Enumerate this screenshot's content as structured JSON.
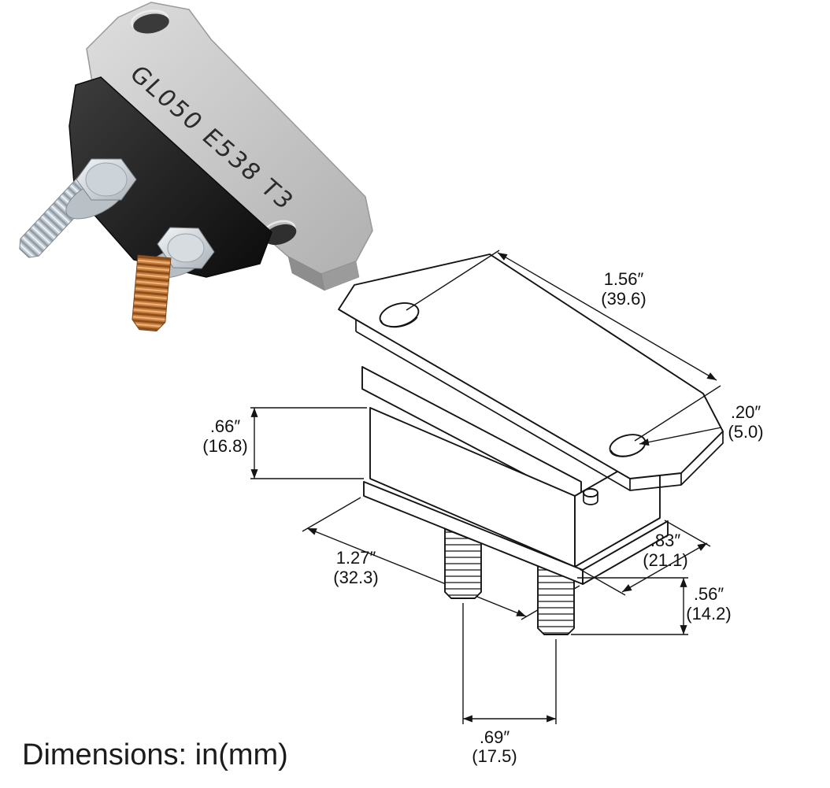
{
  "photo": {
    "marking": "GL050 E538 T3"
  },
  "drawing": {
    "dimensions": {
      "mount_hole_spacing": {
        "inches": "1.56″",
        "mm": "(39.6)"
      },
      "mount_hole_diameter": {
        "inches": ".20″",
        "mm": "(5.0)"
      },
      "body_height": {
        "inches": ".66″",
        "mm": "(16.8)"
      },
      "body_length": {
        "inches": "1.27″",
        "mm": "(32.3)"
      },
      "body_depth": {
        "inches": ".83″",
        "mm": "(21.1)"
      },
      "stud_length": {
        "inches": ".56″",
        "mm": "(14.2)"
      },
      "stud_spacing": {
        "inches": ".69″",
        "mm": "(17.5)"
      }
    }
  },
  "footer": {
    "units_note": "Dimensions: in(mm)"
  }
}
